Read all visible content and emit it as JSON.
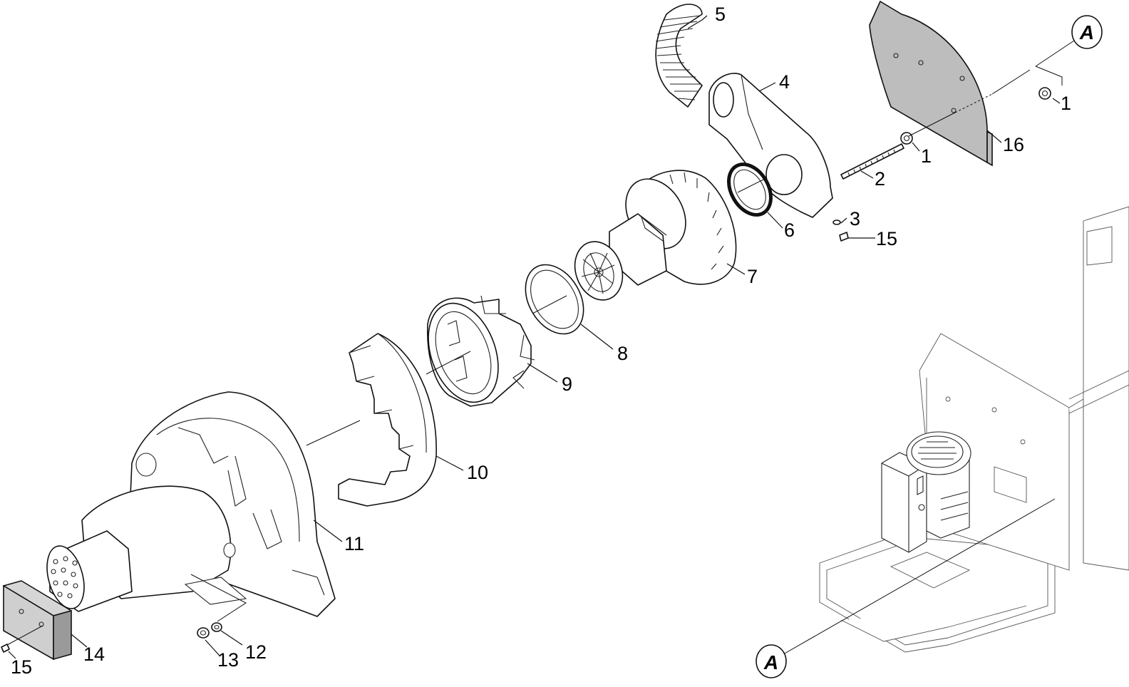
{
  "callouts": {
    "c1a": "1",
    "c1b": "1",
    "c2": "2",
    "c3": "3",
    "c4": "4",
    "c5": "5",
    "c6": "6",
    "c7": "7",
    "c8": "8",
    "c9": "9",
    "c10": "10",
    "c11": "11",
    "c12": "12",
    "c13": "13",
    "c14": "14",
    "c15a": "15",
    "c15b": "15",
    "c16": "16"
  },
  "reference_markers": {
    "top": "A",
    "bottom": "A"
  }
}
